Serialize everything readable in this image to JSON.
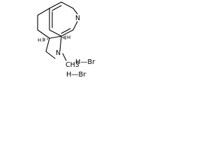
{
  "molecule": {
    "atoms": {
      "pyridine_nitrogen": "N",
      "amine_nitrogen": "N",
      "methyl": "CH3"
    },
    "stereo_marks": {
      "upper": "H",
      "lower": "H"
    },
    "salts": [
      "H—Br",
      "H—Br"
    ]
  }
}
